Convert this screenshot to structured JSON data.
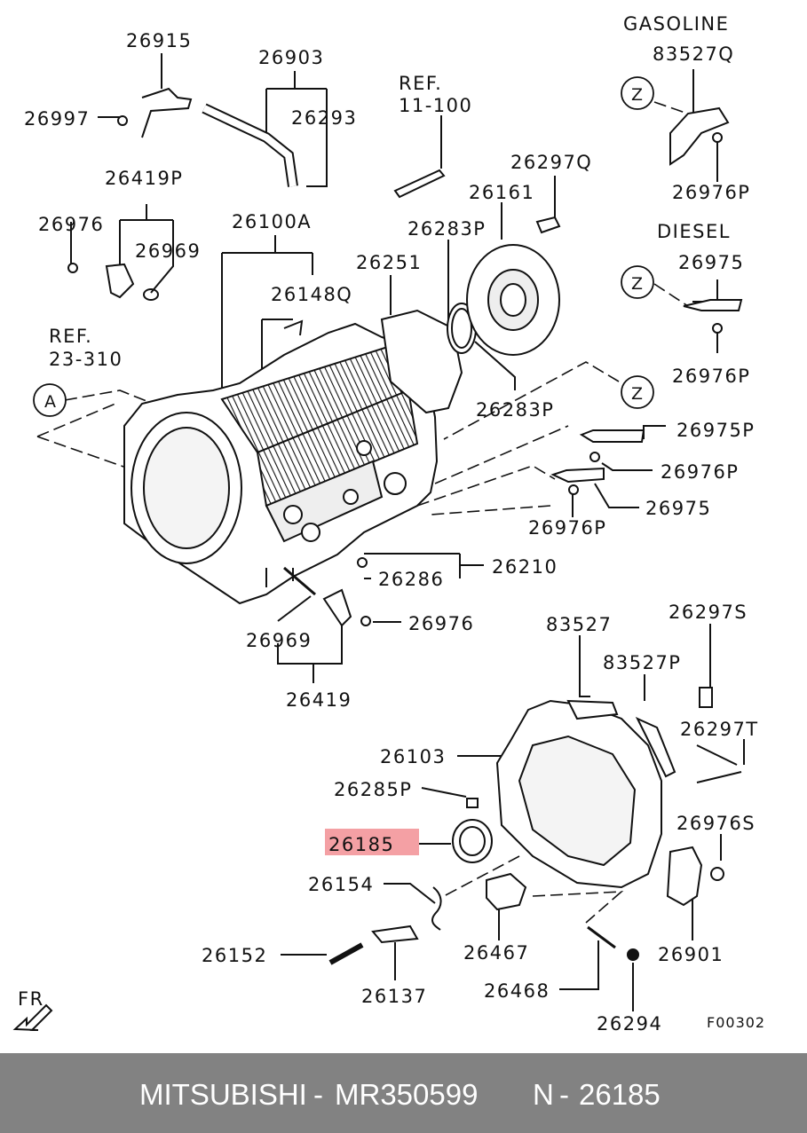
{
  "labels": {
    "gasoline": "GASOLINE",
    "diesel": "DIESEL",
    "p26915": "26915",
    "p26903": "26903",
    "p26997": "26997",
    "p26293": "26293",
    "ref_11_1": "REF.",
    "ref_11_2": "11-100",
    "p83527Q": "83527Q",
    "p26419P": "26419P",
    "p26976_a": "26976",
    "p26969_a": "26969",
    "p26100A": "26100A",
    "p26297Q": "26297Q",
    "p26161": "26161",
    "p26283P_a": "26283P",
    "p26976P_a": "26976P",
    "p26251": "26251",
    "p26148Q": "26148Q",
    "p26975_a": "26975",
    "ref_23_1": "REF.",
    "ref_23_2": "23-310",
    "p26976P_b": "26976P",
    "p26283P_b": "26283P",
    "p26975P": "26975P",
    "p26976P_c": "26976P",
    "p26975_b": "26975",
    "p26976P_d": "26976P",
    "p26286": "26286",
    "p26210": "26210",
    "p26969_b": "26969",
    "p26976_b": "26976",
    "p26419": "26419",
    "p83527": "83527",
    "p26297S": "26297S",
    "p83527P": "83527P",
    "p26103": "26103",
    "p26297T": "26297T",
    "p26285P": "26285P",
    "p26185": "26185",
    "p26976S": "26976S",
    "p26154": "26154",
    "p26467": "26467",
    "p26901": "26901",
    "p26152": "26152",
    "p26137": "26137",
    "p26468": "26468",
    "p26294": "26294",
    "fr": "FR",
    "code": "F00302",
    "callout_a": "A",
    "callout_z1": "Z",
    "callout_z2": "Z",
    "callout_z3": "Z"
  },
  "highlight_color": "#f4a0a4",
  "footer": {
    "brand": "MITSUBISHI",
    "dash1": "-",
    "part_number": "MR350599",
    "ref_prefix": "N",
    "dash2": "-",
    "ref_number": "26185",
    "background": "#828282"
  }
}
